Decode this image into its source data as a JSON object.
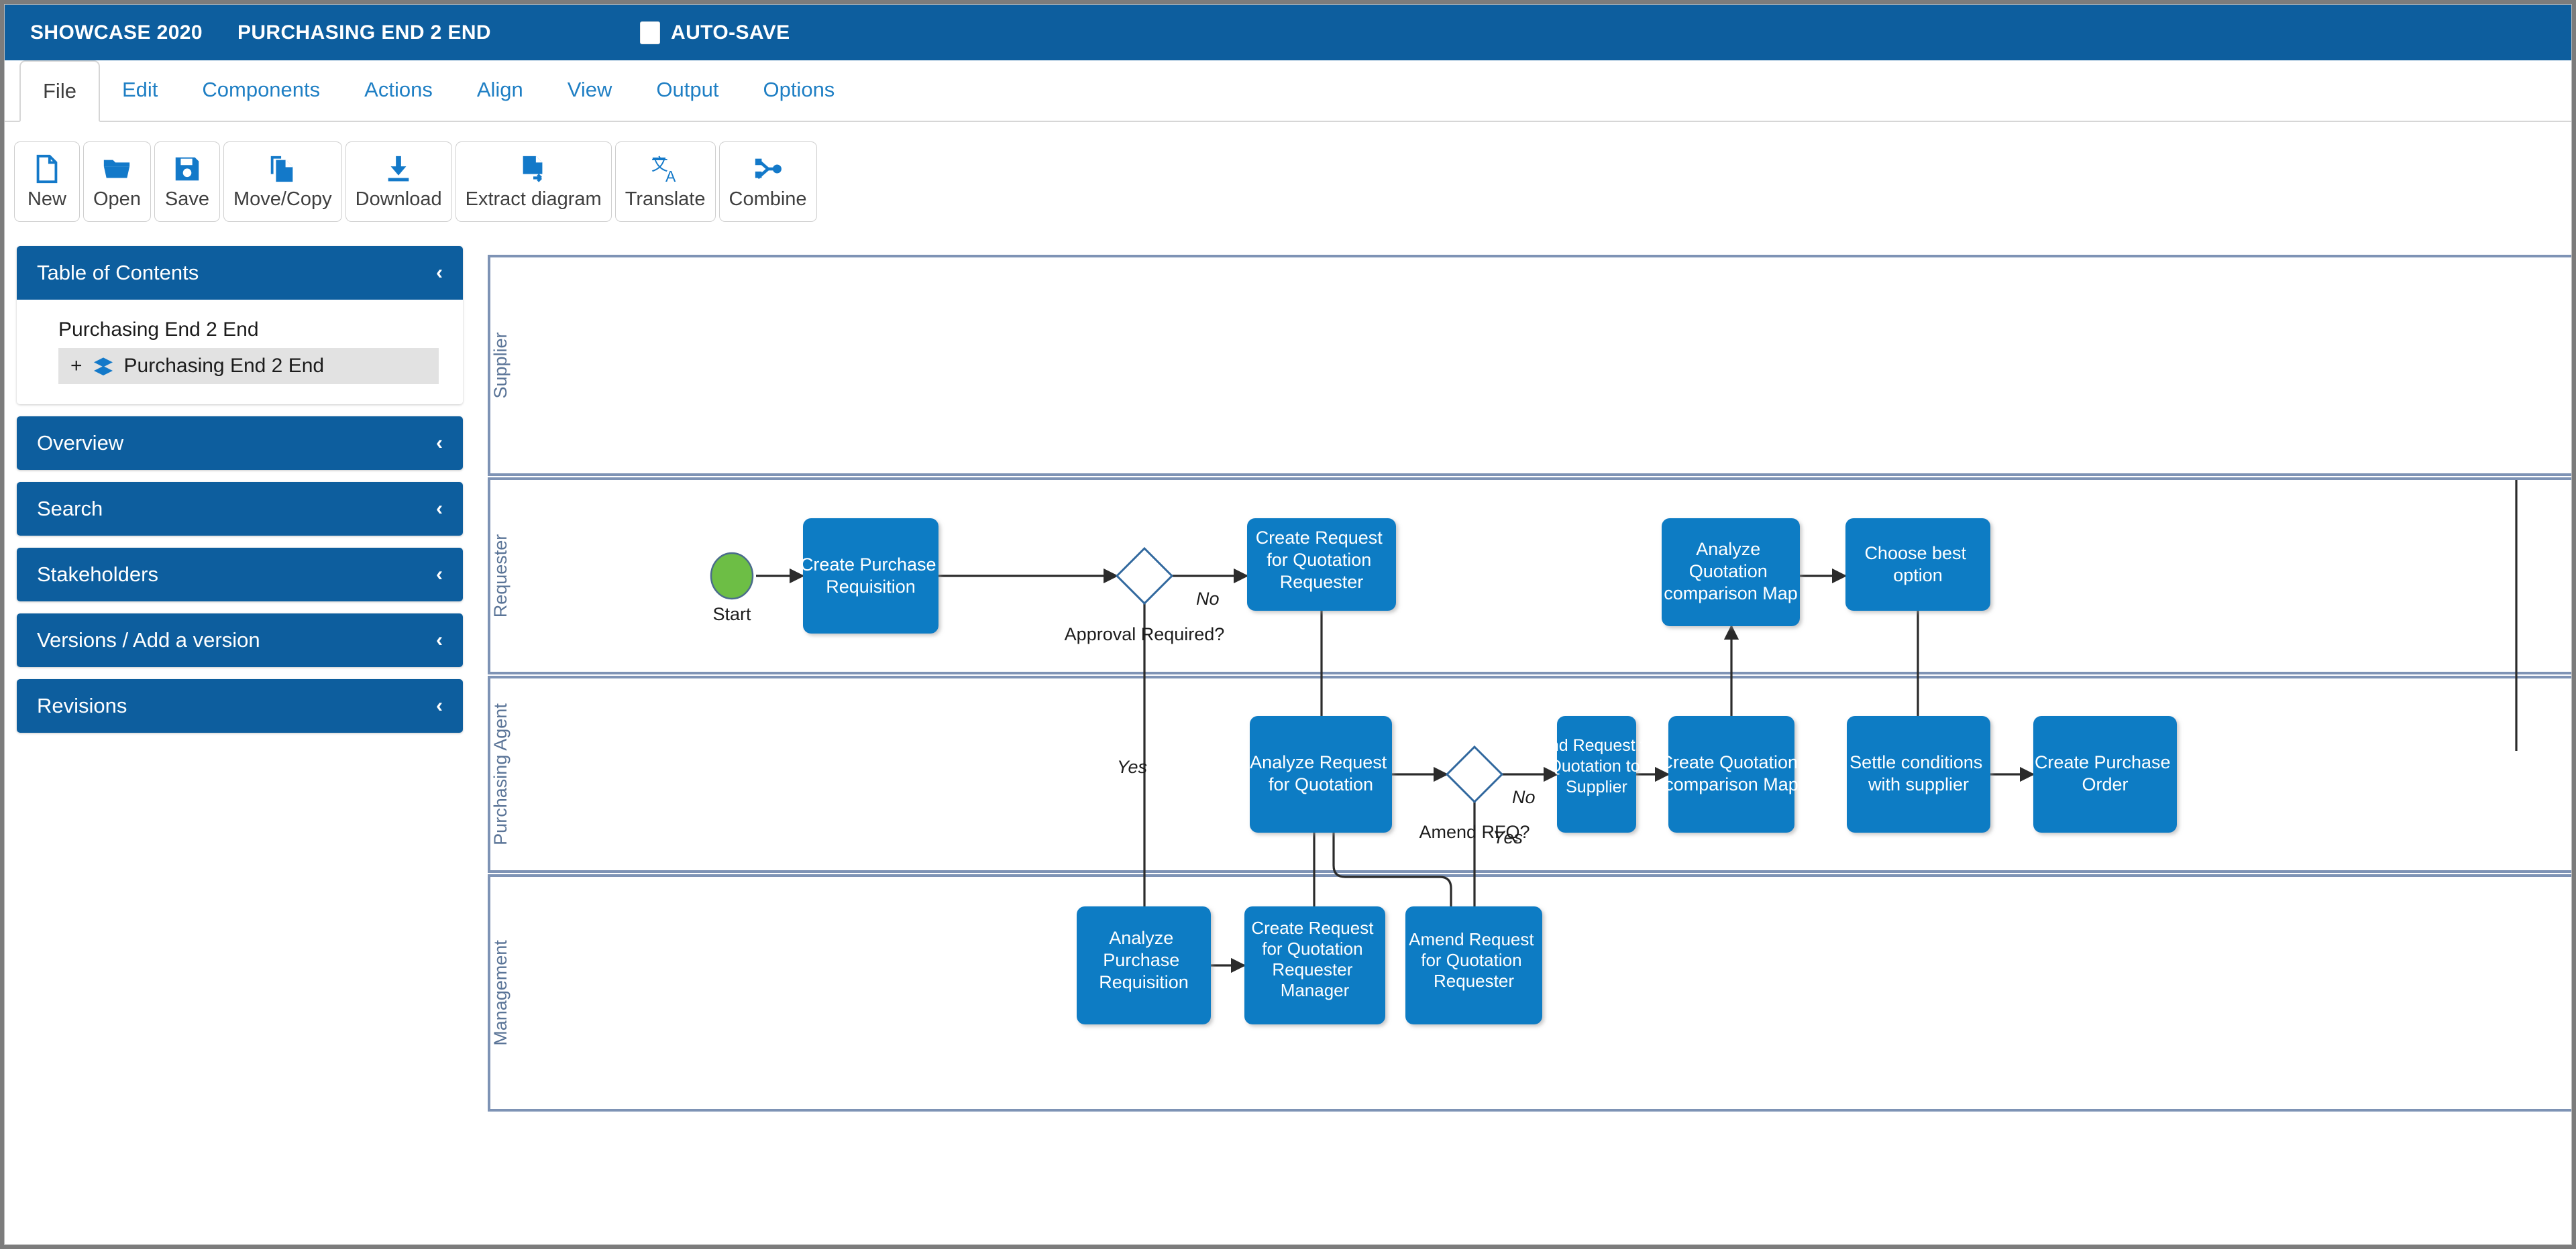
{
  "topbar": {
    "brand": "SHOWCASE 2020",
    "document_name": "PURCHASING END 2 END",
    "autosave_label": "AUTO-SAVE",
    "autosave_checked": false,
    "bg_color": "#0d5e9e"
  },
  "menu": {
    "tabs": [
      {
        "label": "File",
        "active": true
      },
      {
        "label": "Edit",
        "active": false
      },
      {
        "label": "Components",
        "active": false
      },
      {
        "label": "Actions",
        "active": false
      },
      {
        "label": "Align",
        "active": false
      },
      {
        "label": "View",
        "active": false
      },
      {
        "label": "Output",
        "active": false
      },
      {
        "label": "Options",
        "active": false
      }
    ],
    "link_color": "#1f7fc4"
  },
  "ribbon": {
    "tools": [
      {
        "label": "New",
        "icon": "new-file-icon"
      },
      {
        "label": "Open",
        "icon": "open-folder-icon"
      },
      {
        "label": "Save",
        "icon": "save-disk-icon"
      },
      {
        "label": "Move/Copy",
        "icon": "copy-pages-icon"
      },
      {
        "label": "Download",
        "icon": "download-arrow-icon"
      },
      {
        "label": "Extract diagram",
        "icon": "extract-diagram-icon"
      },
      {
        "label": "Translate",
        "icon": "translate-icon"
      },
      {
        "label": "Combine",
        "icon": "combine-nodes-icon"
      }
    ],
    "icon_color": "#1379c9"
  },
  "sidebar": {
    "panels": [
      {
        "title": "Table of Contents",
        "chevron": "‹",
        "expanded": true
      },
      {
        "title": "Overview",
        "chevron": "‹",
        "expanded": false
      },
      {
        "title": "Search",
        "chevron": "‹",
        "expanded": false
      },
      {
        "title": "Stakeholders",
        "chevron": "‹",
        "expanded": false
      },
      {
        "title": "Versions / Add a version",
        "chevron": "‹",
        "expanded": false
      },
      {
        "title": "Revisions",
        "chevron": "‹",
        "expanded": false
      }
    ],
    "toc": {
      "root_label": "Purchasing End 2 End",
      "expand_glyph": "+",
      "child_label": "Purchasing End 2 End"
    },
    "header_color": "#0d5e9e"
  },
  "diagram": {
    "type": "bpmn-swimlane-flowchart",
    "title": "Purchasing End 2 End",
    "colors": {
      "task_fill": "#0d7cc4",
      "task_text": "#ffffff",
      "gateway_stroke": "#31689e",
      "gateway_fill": "#ffffff",
      "start_fill": "#6dbe45",
      "lane_border": "#7e93b5",
      "connector": "#2b2b2b",
      "lane_label": "#5a7497"
    },
    "lanes": [
      {
        "id": "supplier",
        "label": "Supplier"
      },
      {
        "id": "requester",
        "label": "Requester"
      },
      {
        "id": "purchasing_agent",
        "label": "Purchasing Agent"
      },
      {
        "id": "management",
        "label": "Management"
      }
    ],
    "nodes": [
      {
        "id": "start",
        "lane": "requester",
        "shape": "start-event",
        "label": "Start"
      },
      {
        "id": "create_pr",
        "lane": "requester",
        "shape": "task",
        "label": "Create Purchase Requisition"
      },
      {
        "id": "approval_gw",
        "lane": "requester",
        "shape": "gateway",
        "label": "Approval Required?"
      },
      {
        "id": "create_rfq_req",
        "lane": "requester",
        "shape": "task",
        "label": "Create Request for Quotation Requester"
      },
      {
        "id": "analyze_qcm",
        "lane": "requester",
        "shape": "task",
        "label": "Analyze Quotation comparison Map"
      },
      {
        "id": "choose_best",
        "lane": "requester",
        "shape": "task",
        "label": "Choose best option"
      },
      {
        "id": "analyze_rfq",
        "lane": "purchasing_agent",
        "shape": "task",
        "label": "Analyze Request for Quotation"
      },
      {
        "id": "amend_gw",
        "lane": "purchasing_agent",
        "shape": "gateway",
        "label": "Amend RFQ?"
      },
      {
        "id": "send_rfq",
        "lane": "purchasing_agent",
        "shape": "task",
        "label": "Send Request for Quotation to Supplier"
      },
      {
        "id": "create_qcm",
        "lane": "purchasing_agent",
        "shape": "task",
        "label": "Create Quotation comparison Map"
      },
      {
        "id": "settle_cond",
        "lane": "purchasing_agent",
        "shape": "task",
        "label": "Settle conditions with supplier"
      },
      {
        "id": "create_po",
        "lane": "purchasing_agent",
        "shape": "task",
        "label": "Create Purchase Order"
      },
      {
        "id": "analyze_pr",
        "lane": "management",
        "shape": "task",
        "label": "Analyze Purchase Requisition"
      },
      {
        "id": "create_rfq_mgr",
        "lane": "management",
        "shape": "task",
        "label": "Create Request for Quotation Requester Manager"
      },
      {
        "id": "amend_rfq_req",
        "lane": "management",
        "shape": "task",
        "label": "Amend Request for Quotation Requester"
      }
    ],
    "edge_labels": [
      {
        "id": "approval_no",
        "text": "No"
      },
      {
        "id": "approval_yes",
        "text": "Yes"
      },
      {
        "id": "amend_no",
        "text": "No"
      },
      {
        "id": "amend_yes",
        "text": "Yes"
      }
    ]
  }
}
